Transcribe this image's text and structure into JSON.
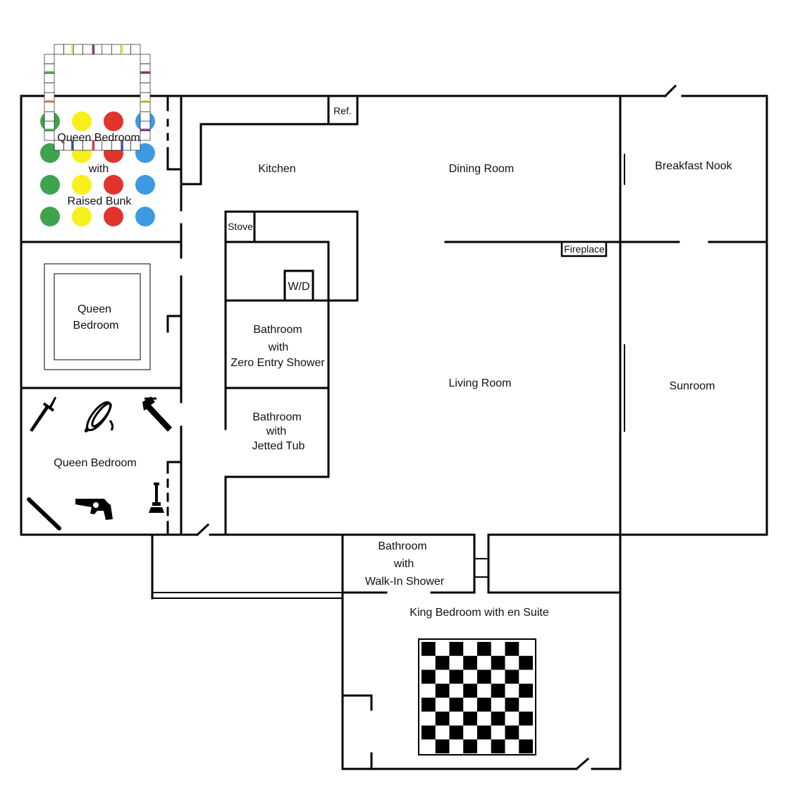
{
  "rooms": {
    "queen_bedroom_bunk": {
      "line1": "Queen Bedroom",
      "line2": "with",
      "line3": "Raised Bunk"
    },
    "queen_bedroom_board": {
      "line1": "Queen",
      "line2": "Bedroom"
    },
    "queen_bedroom_clue": {
      "label": "Queen Bedroom"
    },
    "kitchen": {
      "label": "Kitchen"
    },
    "refrigerator": {
      "label": "Ref."
    },
    "stove": {
      "label": "Stove"
    },
    "washer_dryer": {
      "label": "W/D"
    },
    "dining_room": {
      "label": "Dining Room"
    },
    "breakfast_nook": {
      "label": "Breakfast Nook"
    },
    "fireplace": {
      "label": "Fireplace"
    },
    "bath_zero_entry": {
      "line1": "Bathroom",
      "line2": "with",
      "line3": "Zero Entry Shower"
    },
    "bath_jetted_tub": {
      "line1": "Bathroom",
      "line2": "with",
      "line3": "Jetted Tub"
    },
    "living_room": {
      "label": "Living Room"
    },
    "sunroom": {
      "label": "Sunroom"
    },
    "bath_walk_in": {
      "line1": "Bathroom",
      "line2": "with",
      "line3": "Walk-In Shower"
    },
    "king_bedroom": {
      "label": "King Bedroom with en Suite"
    }
  },
  "colors": {
    "wall": "#000000",
    "green": "#3fa34d",
    "yellow": "#f7f01a",
    "red": "#e0342c",
    "blue": "#3d9ae2",
    "board_edge_red": "#d9453d",
    "board_edge_yellow": "#f3e15b",
    "board_edge_green": "#5aae5a",
    "board_edge_blue": "#3c55b5",
    "board_edge_purple": "#8a3d7e",
    "board_edge_orange": "#f0a070"
  },
  "icons": {
    "twister_mat": "twister-dots-icon",
    "monopoly_board": "monopoly-board-icon",
    "clue_weapons": [
      "dagger-icon",
      "rope-icon",
      "wrench-icon",
      "lead-pipe-icon",
      "revolver-icon",
      "candlestick-icon"
    ],
    "checkerboard": "checkerboard-icon"
  }
}
